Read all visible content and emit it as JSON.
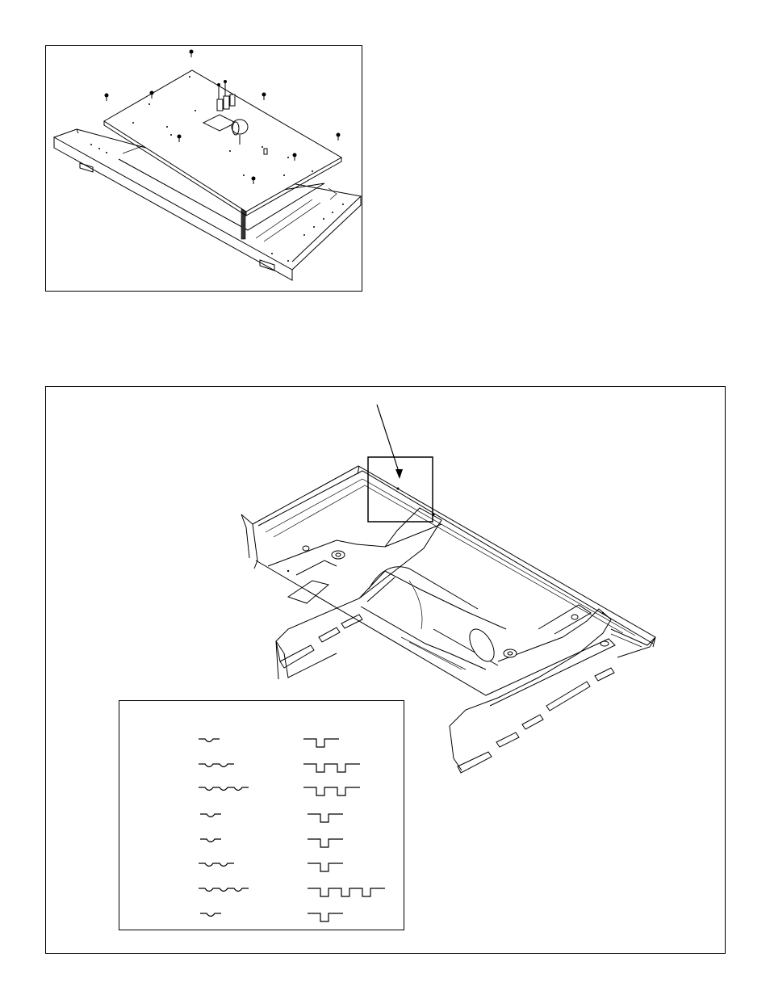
{
  "figures": [
    {
      "id": "top",
      "description_visible_text": ""
    },
    {
      "id": "bottom",
      "description_visible_text": ""
    }
  ],
  "legend": {
    "rows": 8,
    "left_symbols": [
      "1-notch",
      "2-notch",
      "3-notch",
      "1-notch",
      "1-notch",
      "2-notch",
      "3-notch",
      "1-notch"
    ],
    "right_symbols": [
      "1-slot",
      "2-slot",
      "2-slot",
      "1-slot",
      "1-slot",
      "1-slot",
      "3-slot",
      "1-slot"
    ]
  },
  "icons": {
    "leader_arrow": "arrow-icon",
    "callout_box": "callout-box-icon"
  }
}
